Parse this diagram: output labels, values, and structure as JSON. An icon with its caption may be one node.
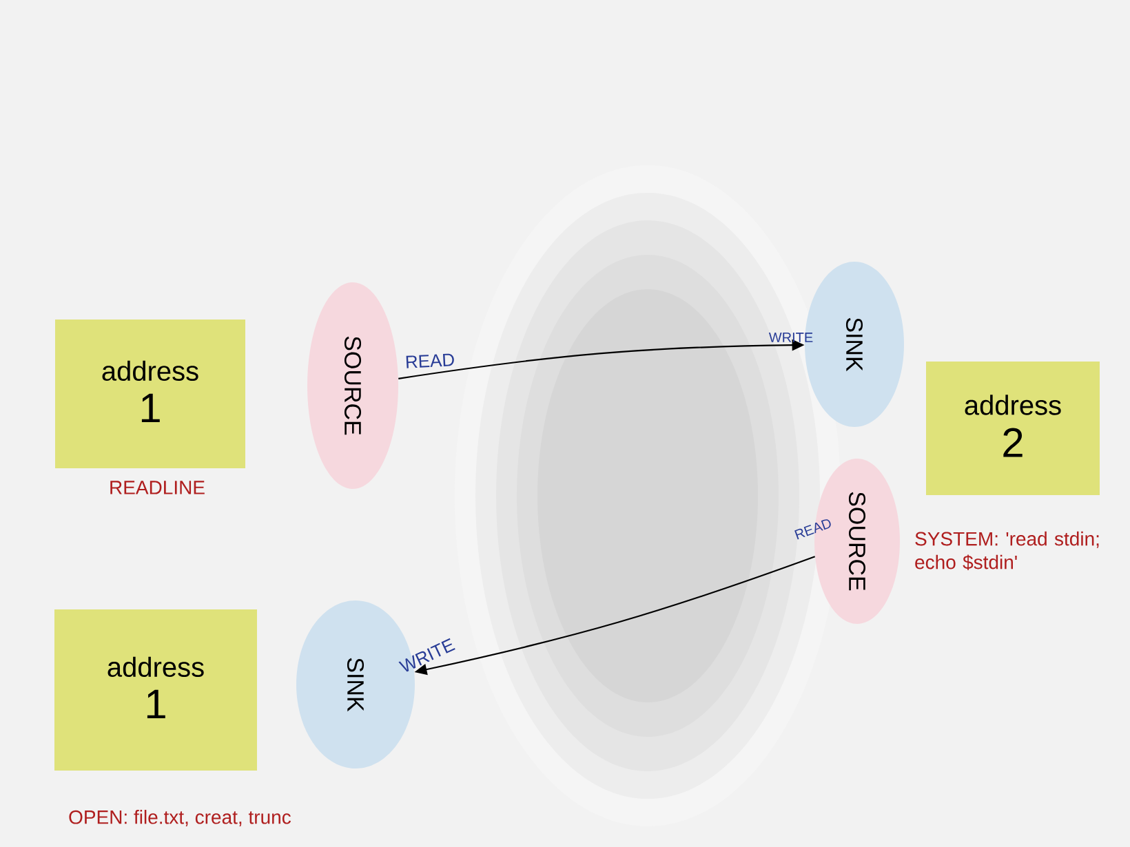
{
  "diagram": {
    "nodes": [
      {
        "text": [
          "address",
          "1"
        ],
        "beside": [
          "READLINE"
        ]
      },
      {
        "text": [
          "SOURCE"
        ],
        "beside": [
          "READ"
        ]
      },
      {
        "text": [
          "SINK"
        ],
        "beside": [
          "WRITE"
        ]
      },
      {
        "text": [
          "address",
          "2"
        ]
      },
      {
        "text": [
          "SOURCE"
        ],
        "beside": [
          "READ"
        ]
      },
      {
        "text": [
          "address",
          "1"
        ],
        "beside": [
          "OPEN: file.txt, creat, trunc"
        ]
      },
      {
        "text": [
          "SINK"
        ],
        "beside": [
          "WRITE"
        ]
      }
    ],
    "edges": [
      {
        "from": 1,
        "to": 2,
        "arrow": "to"
      },
      {
        "from": 4,
        "to": 6,
        "arrow": "to"
      }
    ],
    "labels": [
      "SYSTEM: 'read stdin; echo $stdin'"
    ]
  }
}
